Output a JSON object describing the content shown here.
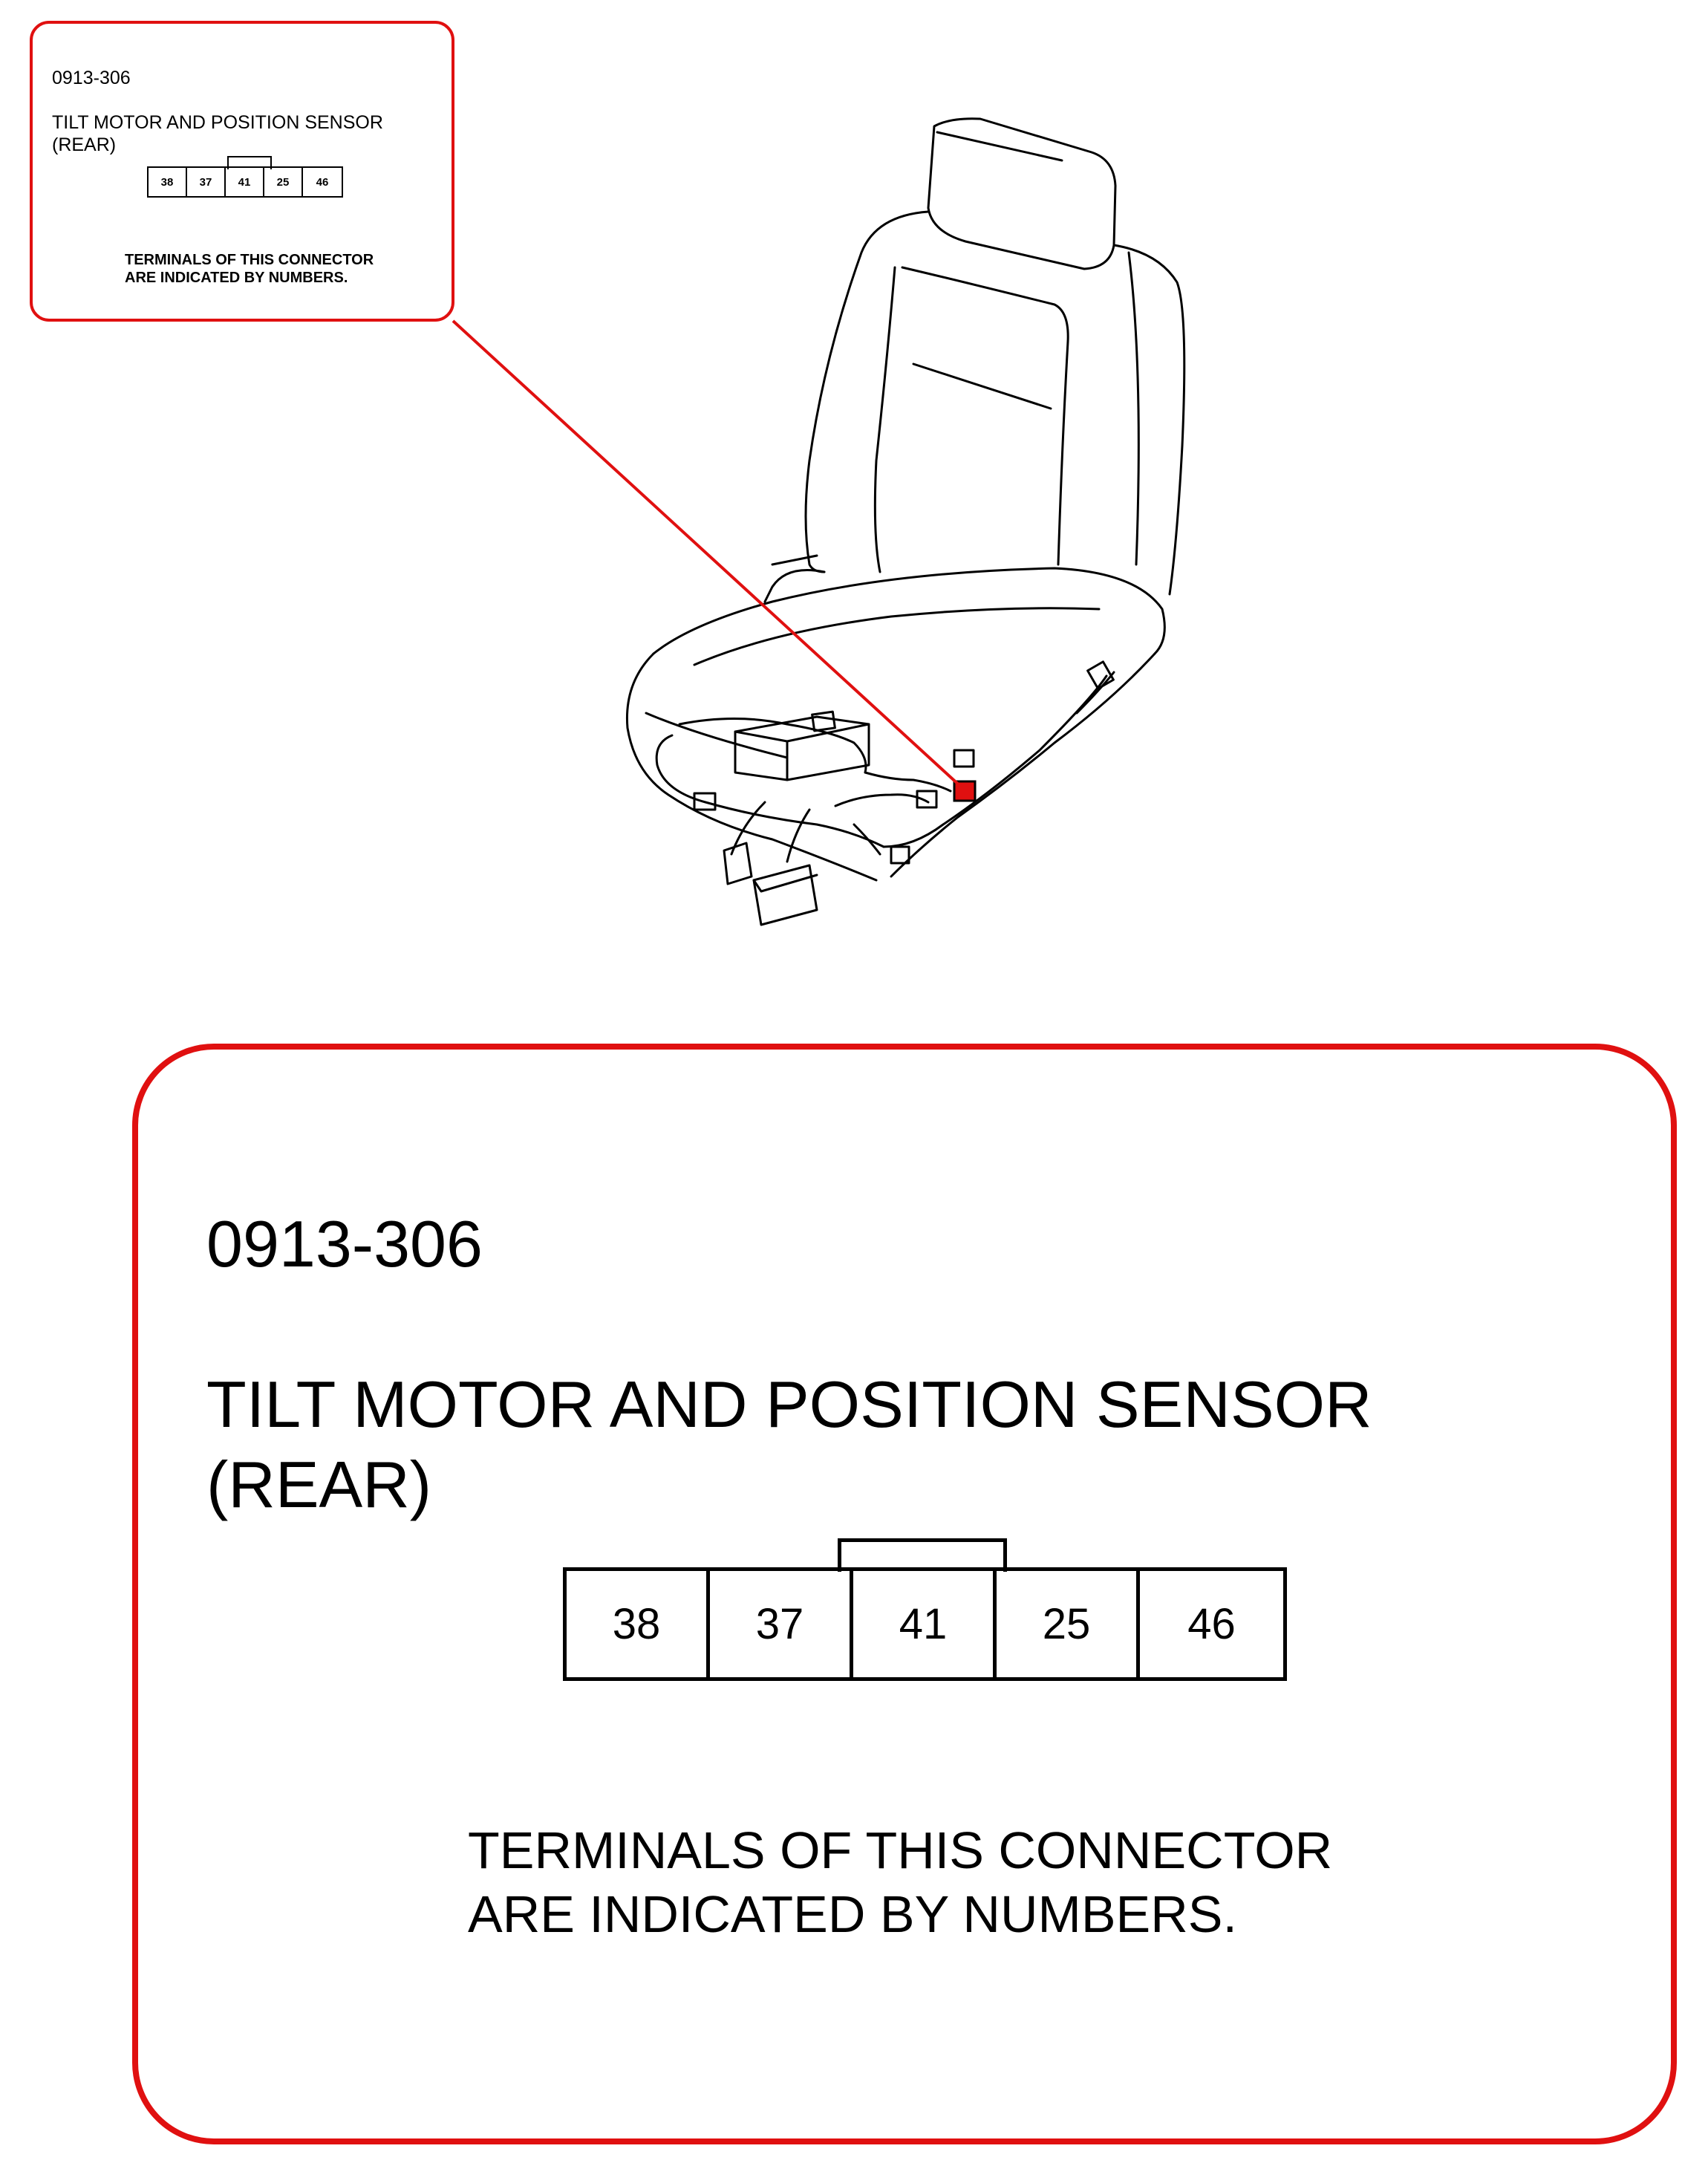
{
  "connector": {
    "id": "0913-306",
    "name": "TILT MOTOR AND POSITION SENSOR\n(REAR)",
    "terminals": [
      "38",
      "37",
      "41",
      "25",
      "46"
    ],
    "note": "TERMINALS OF THIS CONNECTOR\nARE INDICATED BY NUMBERS."
  },
  "colors": {
    "highlight": "#e01010",
    "line": "#000000"
  },
  "icons": {
    "seat": "seat-illustration-icon",
    "connector": "connector-icon"
  }
}
